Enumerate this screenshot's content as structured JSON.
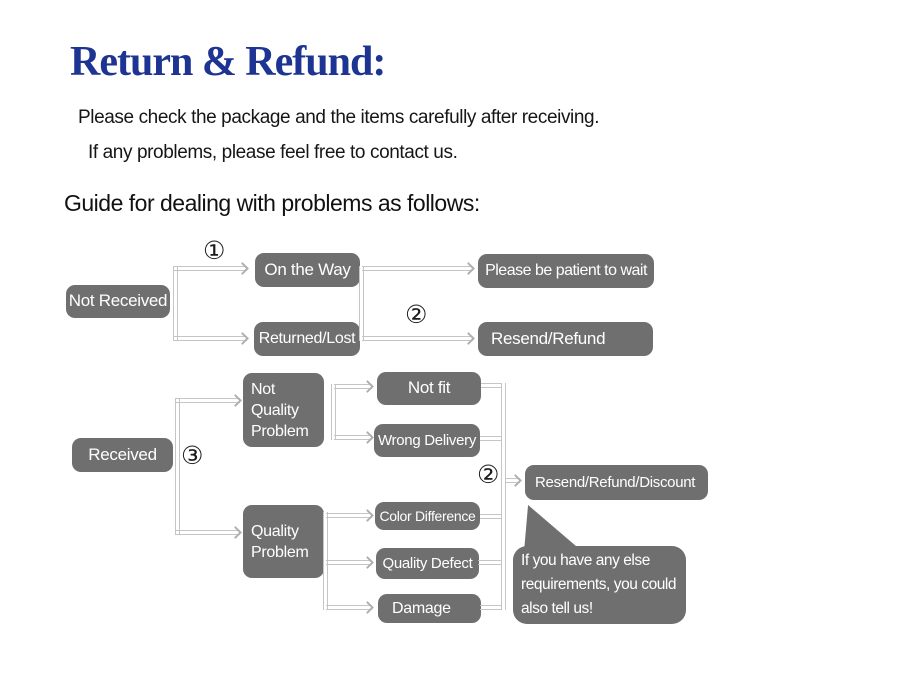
{
  "page": {
    "title": "Return & Refund:",
    "intro_line1": "Please check the package and the items carefully after receiving.",
    "intro_line2": "If any problems, please feel free to contact us.",
    "section_heading": "Guide for dealing with problems as follows:"
  },
  "colors": {
    "title": "#1e3492",
    "node_bg": "#6f6f6f",
    "node_text": "#ffffff",
    "connector": "#c5c5c5",
    "arrow": "#b0b0b0",
    "marker": "#1a1a1a"
  },
  "flow": {
    "markers": {
      "m1": "①",
      "m2": "②",
      "m3": "③"
    },
    "nodes": {
      "not_received": "Not Received",
      "on_the_way": "On the Way",
      "returned_lost": "Returned/Lost",
      "be_patient": "Please be patient to wait",
      "resend_refund": "Resend/Refund",
      "received": "Received",
      "not_quality_problem": "Not Quality Problem",
      "quality_problem": "Quality Problem",
      "not_fit": "Not fit",
      "wrong_delivery": "Wrong Delivery",
      "color_difference": "Color Difference",
      "quality_defect": "Quality Defect",
      "damage": "Damage",
      "resend_refund_discount": "Resend/Refund/Discount"
    },
    "bubble_lines": [
      "If you have any else",
      "requirements, you could",
      "also tell us!"
    ]
  }
}
